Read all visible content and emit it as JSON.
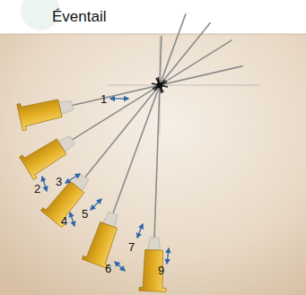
{
  "diagram": {
    "title": "Éventail",
    "labels": [
      "1",
      "2",
      "3",
      "4",
      "5",
      "6",
      "7",
      "9"
    ]
  }
}
